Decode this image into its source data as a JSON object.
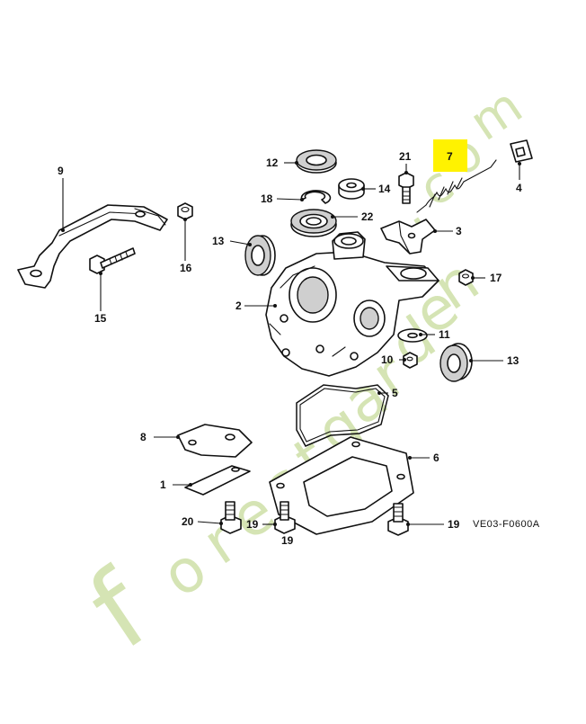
{
  "diagram": {
    "code": "VE03-F0600A",
    "highlight_color": "#fff200",
    "watermark_color": "#c8dc9c",
    "watermark": {
      "text": "forestgarden.com",
      "letters": [
        "f",
        "o",
        "r",
        "e",
        "s",
        "t",
        "g",
        "a",
        "r",
        "d",
        "e",
        "n",
        ".",
        "c",
        "o",
        "m"
      ]
    },
    "callouts": [
      {
        "number": "1"
      },
      {
        "number": "2"
      },
      {
        "number": "3"
      },
      {
        "number": "4"
      },
      {
        "number": "5"
      },
      {
        "number": "6"
      },
      {
        "number": "7",
        "highlighted": true
      },
      {
        "number": "8"
      },
      {
        "number": "9"
      },
      {
        "number": "10"
      },
      {
        "number": "11"
      },
      {
        "number": "12"
      },
      {
        "number": "13"
      },
      {
        "number": "13"
      },
      {
        "number": "14"
      },
      {
        "number": "15"
      },
      {
        "number": "16"
      },
      {
        "number": "17"
      },
      {
        "number": "18"
      },
      {
        "number": "19"
      },
      {
        "number": "19"
      },
      {
        "number": "19"
      },
      {
        "number": "20"
      },
      {
        "number": "21"
      },
      {
        "number": "22"
      }
    ]
  }
}
